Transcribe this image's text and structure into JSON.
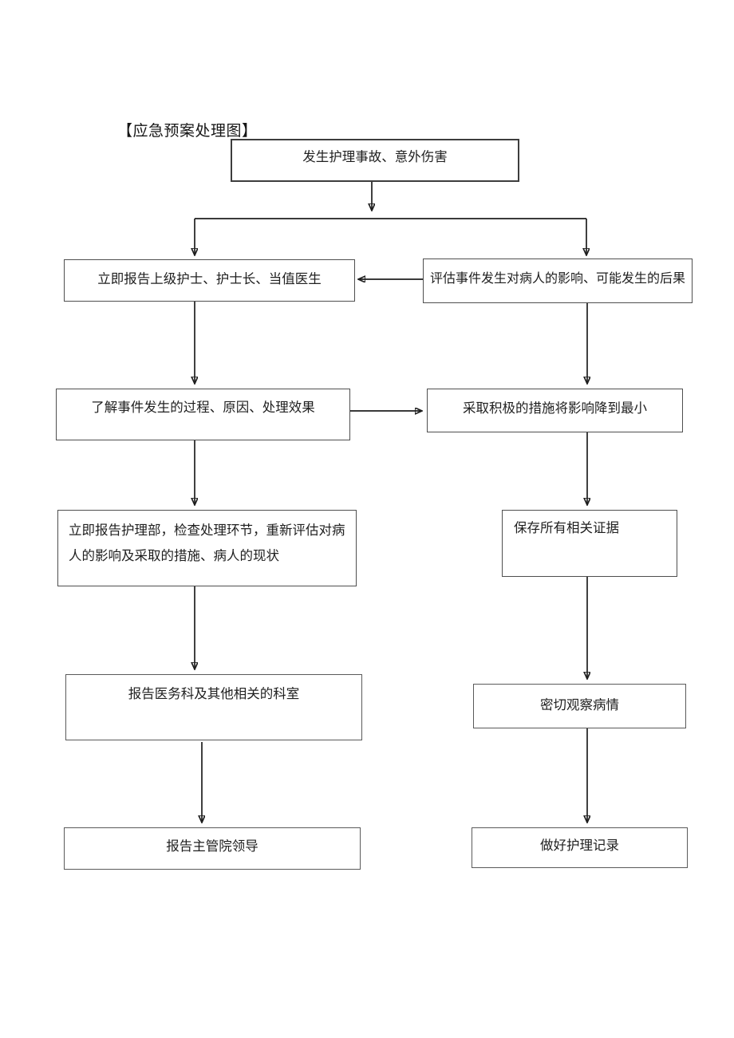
{
  "page": {
    "title": "【应急预案处理图】"
  },
  "colors": {
    "ink": "#1f1f1f",
    "box_border": "#4f4f4f",
    "arrow": "#1e1e1e",
    "background": "#ffffff"
  },
  "flowchart": {
    "nodes": {
      "start": {
        "label": "发生护理事故、意外伤害"
      },
      "report_superiors": {
        "label": "立即报告上级护士、护士长、当值医生"
      },
      "assess_impact": {
        "label": "评估事件发生对病人的影响、可能发生的后果"
      },
      "understand_event": {
        "label": "了解事件发生的过程、原因、处理效果"
      },
      "positive_measures": {
        "label": "采取积极的措施将影响降到最小"
      },
      "report_nursing_dept": {
        "label": "立即报告护理部，检查处理环节，重新评估对病人的影响及采取的措施、病人的现状"
      },
      "preserve_evidence": {
        "label": "保存所有相关证据"
      },
      "report_medical_dept": {
        "label": "报告医务科及其他相关的科室"
      },
      "observe_patient": {
        "label": "密切观察病情"
      },
      "report_leaders": {
        "label": "报告主管院领导"
      },
      "nursing_records": {
        "label": "做好护理记录"
      }
    },
    "edges": [
      {
        "from": "start",
        "to": "report_superiors"
      },
      {
        "from": "start",
        "to": "assess_impact"
      },
      {
        "from": "assess_impact",
        "to": "report_superiors"
      },
      {
        "from": "report_superiors",
        "to": "understand_event"
      },
      {
        "from": "assess_impact",
        "to": "positive_measures"
      },
      {
        "from": "understand_event",
        "to": "positive_measures"
      },
      {
        "from": "understand_event",
        "to": "report_nursing_dept"
      },
      {
        "from": "positive_measures",
        "to": "preserve_evidence"
      },
      {
        "from": "report_nursing_dept",
        "to": "report_medical_dept"
      },
      {
        "from": "preserve_evidence",
        "to": "observe_patient"
      },
      {
        "from": "report_medical_dept",
        "to": "report_leaders"
      },
      {
        "from": "observe_patient",
        "to": "nursing_records"
      }
    ]
  }
}
